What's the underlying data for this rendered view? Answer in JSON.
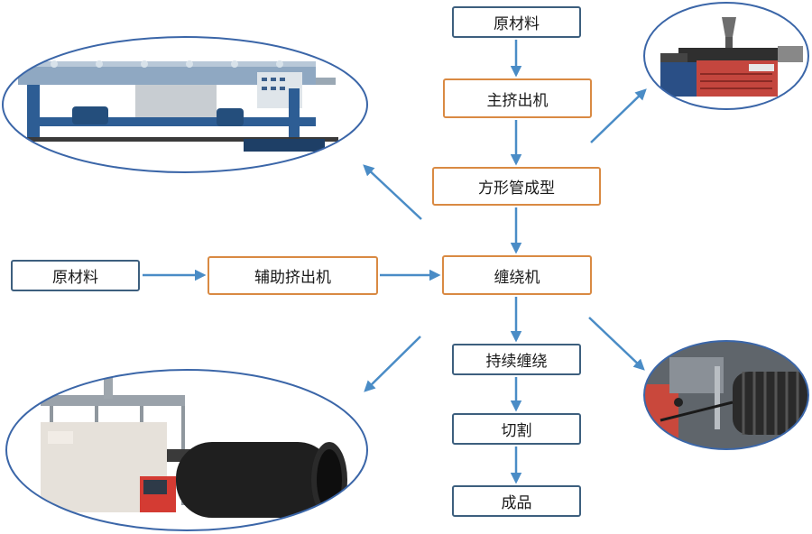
{
  "colors": {
    "arrow": "#4a8cc6",
    "box_border_blue": "#3d5f7e",
    "box_border_orange": "#d98a43",
    "ellipse_border": "#3b66a8"
  },
  "flow": {
    "raw_material_top": "原材料",
    "main_extruder": "主挤出机",
    "square_tube_forming": "方形管成型",
    "raw_material_left": "原材料",
    "aux_extruder": "辅助挤出机",
    "winding_machine": "缠绕机",
    "continuous_winding": "持续缠绕",
    "cutting": "切割",
    "finished_product": "成品"
  },
  "photos": {
    "top_left": "extrusion-line-photo",
    "top_right": "extruder-photo",
    "bottom_left": "winding-machine-photo",
    "bottom_right": "winding-head-closeup-photo"
  }
}
